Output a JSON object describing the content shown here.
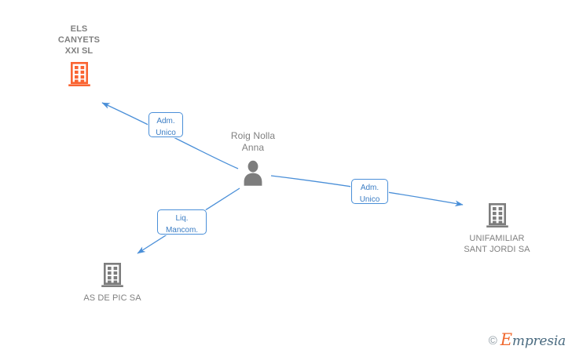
{
  "diagram": {
    "type": "ownership-relationship-graph",
    "background_color": "#ffffff",
    "colors": {
      "highlight_company": "#fa6432",
      "company": "#808080",
      "person": "#808080",
      "edge": "#4a8fd8",
      "edge_label_text": "#3b7dc4",
      "text": "#808080"
    },
    "center_person": {
      "name": "Roig Nolla\nAnna",
      "icon": "person-icon"
    },
    "nodes": [
      {
        "id": "els-canyets",
        "label": "ELS\nCANYETS\nXXI SL",
        "icon": "building-icon",
        "color": "#fa6432",
        "highlighted": true,
        "label_position": "above"
      },
      {
        "id": "unifamiliar-sant-jordi",
        "label": "UNIFAMILIAR\nSANT JORDI SA",
        "icon": "building-icon",
        "color": "#808080",
        "highlighted": false,
        "label_position": "below"
      },
      {
        "id": "as-de-pic",
        "label": "AS DE PIC SA",
        "icon": "building-icon",
        "color": "#808080",
        "highlighted": false,
        "label_position": "below"
      }
    ],
    "edges": [
      {
        "from": "roig-nolla-anna",
        "to": "els-canyets",
        "label": "Adm.\nUnico",
        "direction": "to-company"
      },
      {
        "from": "roig-nolla-anna",
        "to": "unifamiliar-sant-jordi",
        "label": "Adm.\nUnico",
        "direction": "to-company"
      },
      {
        "from": "roig-nolla-anna",
        "to": "as-de-pic",
        "label": "Liq.\nMancom.",
        "direction": "to-company"
      }
    ]
  },
  "watermark": {
    "copyright": "©",
    "brand_cap": "E",
    "brand_rest": "mpresia"
  }
}
